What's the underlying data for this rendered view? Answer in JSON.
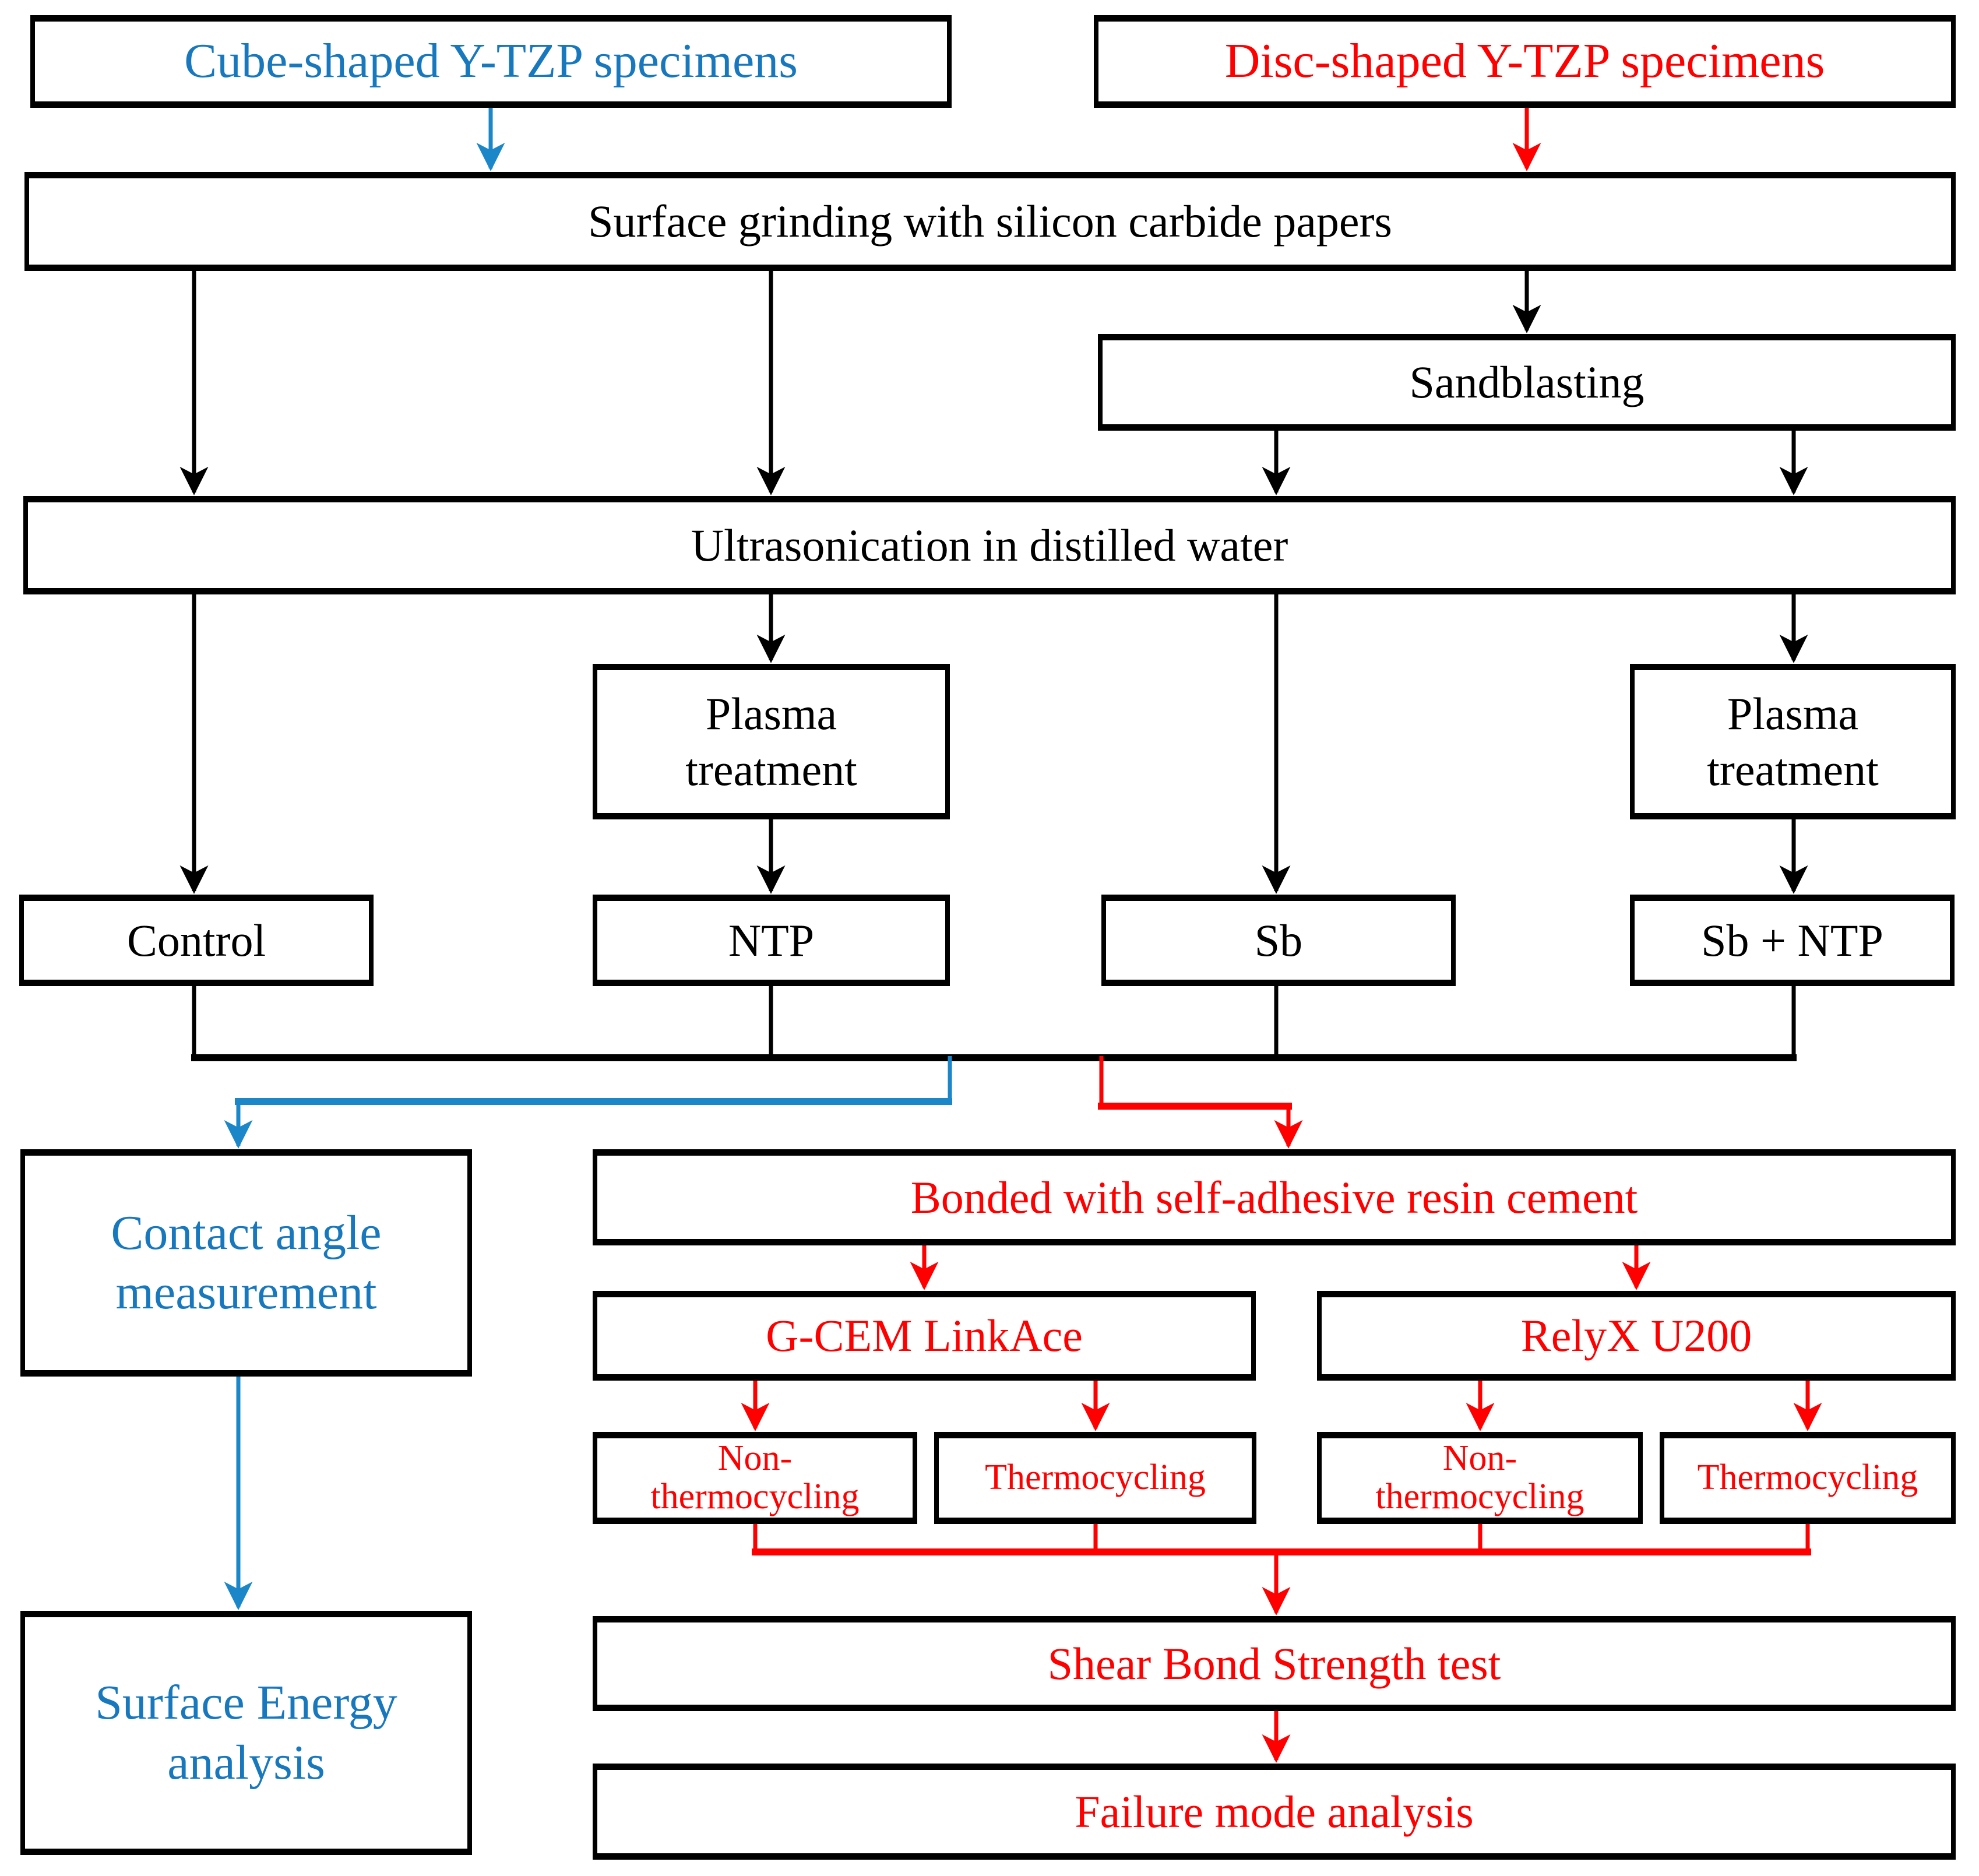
{
  "figure_type": "flowchart",
  "colors": {
    "black": "#000000",
    "red": "#FF0000",
    "blue_text": "#1878BE",
    "blue_line": "#1B87C9",
    "background": "#FFFFFF"
  },
  "nodes": {
    "cube": {
      "label": "Cube-shaped Y-TZP specimens",
      "text_color": "blue"
    },
    "disc": {
      "label": "Disc-shaped Y-TZP specimens",
      "text_color": "red"
    },
    "grinding": {
      "label": "Surface grinding with silicon carbide papers",
      "text_color": "black"
    },
    "sandblasting": {
      "label": "Sandblasting",
      "text_color": "black"
    },
    "ultrasonication": {
      "label": "Ultrasonication in distilled water",
      "text_color": "black"
    },
    "plasma_left": {
      "label": "Plasma\ntreatment",
      "text_color": "black"
    },
    "plasma_right": {
      "label": "Plasma\ntreatment",
      "text_color": "black"
    },
    "control": {
      "label": "Control",
      "text_color": "black"
    },
    "ntp": {
      "label": "NTP",
      "text_color": "black"
    },
    "sb": {
      "label": "Sb",
      "text_color": "black"
    },
    "sb_ntp": {
      "label": "Sb + NTP",
      "text_color": "black"
    },
    "contact_angle": {
      "label": "Contact angle\nmeasurement",
      "text_color": "blue"
    },
    "bonded": {
      "label": "Bonded with self-adhesive resin cement",
      "text_color": "red"
    },
    "gcem": {
      "label": "G-CEM LinkAce",
      "text_color": "red"
    },
    "relyx": {
      "label": "RelyX U200",
      "text_color": "red"
    },
    "gcem_non_thermocycling": {
      "label": "Non-\nthermocycling",
      "text_color": "red"
    },
    "gcem_thermocycling": {
      "label": "Thermocycling",
      "text_color": "red"
    },
    "relyx_non_thermocycling": {
      "label": "Non-\nthermocycling",
      "text_color": "red"
    },
    "relyx_thermocycling": {
      "label": "Thermocycling",
      "text_color": "red"
    },
    "surface_energy": {
      "label": "Surface Energy\nanalysis",
      "text_color": "blue"
    },
    "shear": {
      "label": "Shear Bond Strength test",
      "text_color": "red"
    },
    "failure": {
      "label": "Failure mode analysis",
      "text_color": "red"
    }
  },
  "edges": [
    {
      "from": "cube",
      "to": "grinding",
      "color": "blue",
      "arrow": true
    },
    {
      "from": "disc",
      "to": "grinding",
      "color": "red",
      "arrow": true
    },
    {
      "from": "grinding",
      "to": "sandblasting",
      "color": "black",
      "arrow": true
    },
    {
      "from": "grinding",
      "to": "ultrasonication",
      "color": "black",
      "arrow": true,
      "branches": 2
    },
    {
      "from": "sandblasting",
      "to": "ultrasonication",
      "color": "black",
      "arrow": true,
      "branches": 2
    },
    {
      "from": "ultrasonication",
      "to": "control",
      "color": "black",
      "arrow": true
    },
    {
      "from": "ultrasonication",
      "to": "plasma_left",
      "color": "black",
      "arrow": true
    },
    {
      "from": "ultrasonication",
      "to": "sb",
      "color": "black",
      "arrow": true
    },
    {
      "from": "ultrasonication",
      "to": "plasma_right",
      "color": "black",
      "arrow": true
    },
    {
      "from": "plasma_left",
      "to": "ntp",
      "color": "black",
      "arrow": true
    },
    {
      "from": "plasma_right",
      "to": "sb_ntp",
      "color": "black",
      "arrow": true
    },
    {
      "from": "control+ntp+sb+sb_ntp",
      "to": "contact_angle",
      "color": "blue",
      "arrow": true
    },
    {
      "from": "control+ntp+sb+sb_ntp",
      "to": "bonded",
      "color": "red",
      "arrow": true
    },
    {
      "from": "bonded",
      "to": "gcem",
      "color": "red",
      "arrow": true
    },
    {
      "from": "bonded",
      "to": "relyx",
      "color": "red",
      "arrow": true
    },
    {
      "from": "gcem",
      "to": "gcem_non_thermocycling",
      "color": "red",
      "arrow": true
    },
    {
      "from": "gcem",
      "to": "gcem_thermocycling",
      "color": "red",
      "arrow": true
    },
    {
      "from": "relyx",
      "to": "relyx_non_thermocycling",
      "color": "red",
      "arrow": true
    },
    {
      "from": "relyx",
      "to": "relyx_thermocycling",
      "color": "red",
      "arrow": true
    },
    {
      "from": "gcem_non_thermocycling+gcem_thermocycling+relyx_non_thermocycling+relyx_thermocycling",
      "to": "shear",
      "color": "red",
      "arrow": true
    },
    {
      "from": "shear",
      "to": "failure",
      "color": "red",
      "arrow": true
    },
    {
      "from": "contact_angle",
      "to": "surface_energy",
      "color": "blue",
      "arrow": true
    }
  ]
}
